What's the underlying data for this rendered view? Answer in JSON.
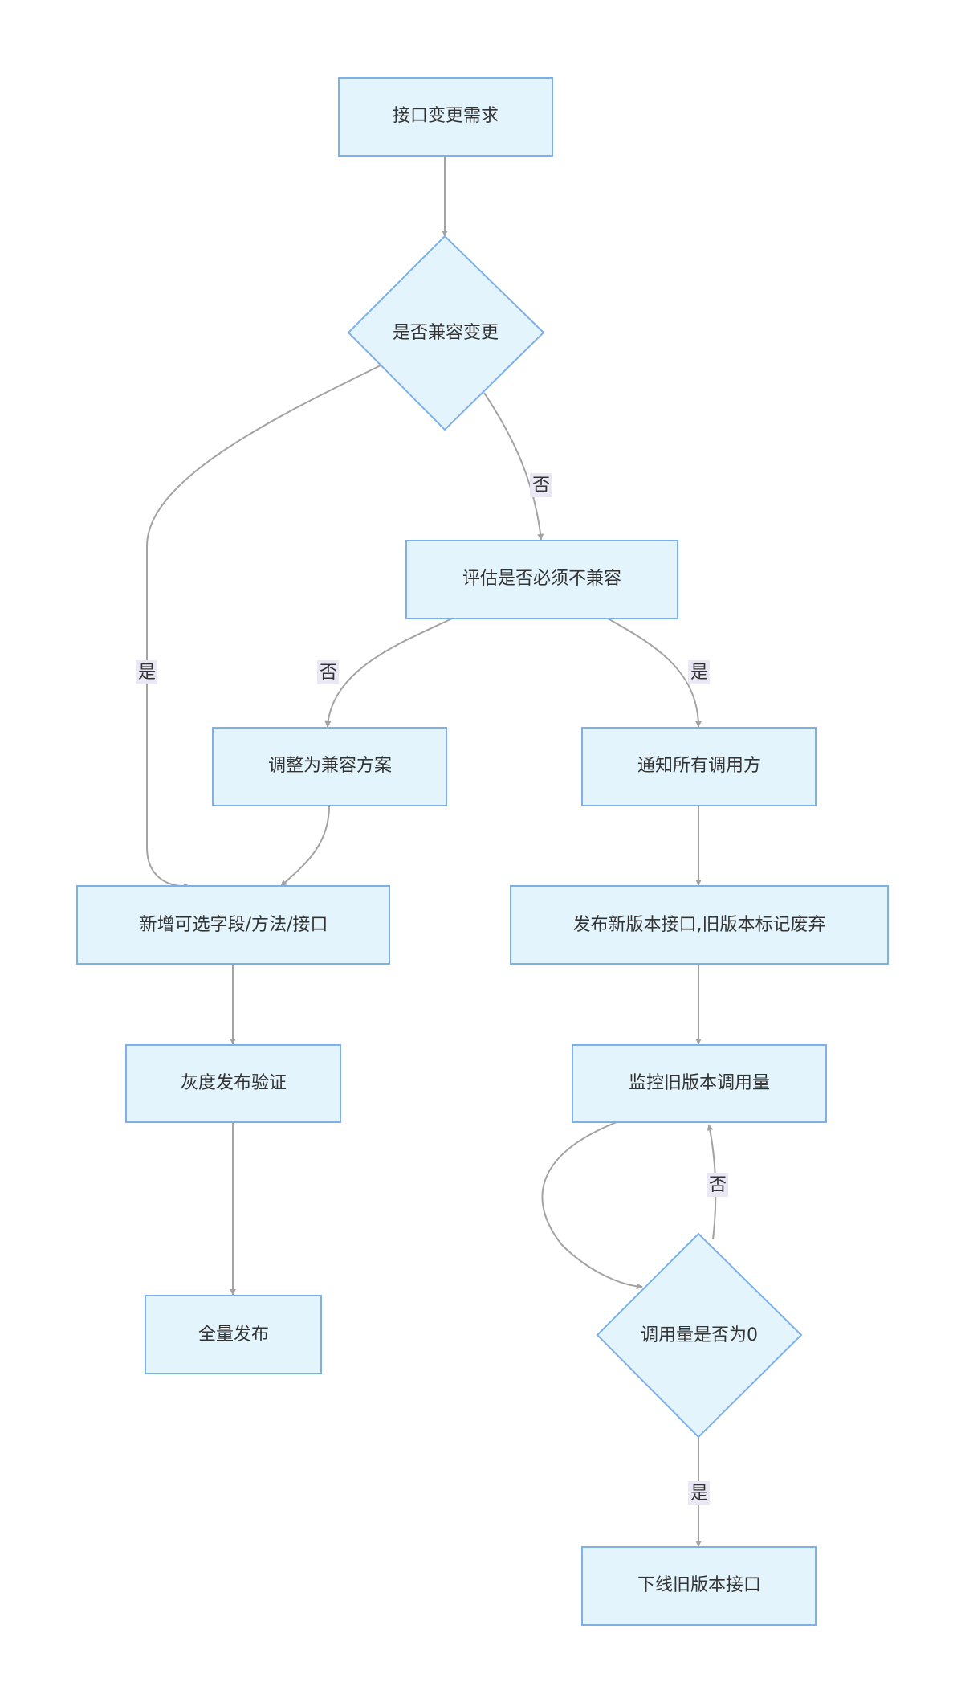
{
  "nodes": {
    "start": "接口变更需求",
    "compat_check": "是否兼容变更",
    "assess": "评估是否必须不兼容",
    "adjust": "调整为兼容方案",
    "notify": "通知所有调用方",
    "add_optional": "新增可选字段/方法/接口",
    "publish_new": "发布新版本接口,旧版本标记废弃",
    "gray_release": "灰度发布验证",
    "monitor": "监控旧版本调用量",
    "full_release": "全量发布",
    "calls_zero": "调用量是否为0",
    "offline": "下线旧版本接口"
  },
  "edge_labels": {
    "compat_yes": "是",
    "compat_no": "否",
    "assess_no": "否",
    "assess_yes": "是",
    "zero_no": "否",
    "zero_yes": "是"
  },
  "colors": {
    "node_fill": "#e3f4fc",
    "node_stroke": "#7eb0e8",
    "edge": "#a3a3a3",
    "label_bg": "#ebe8f5",
    "text": "#333333"
  }
}
